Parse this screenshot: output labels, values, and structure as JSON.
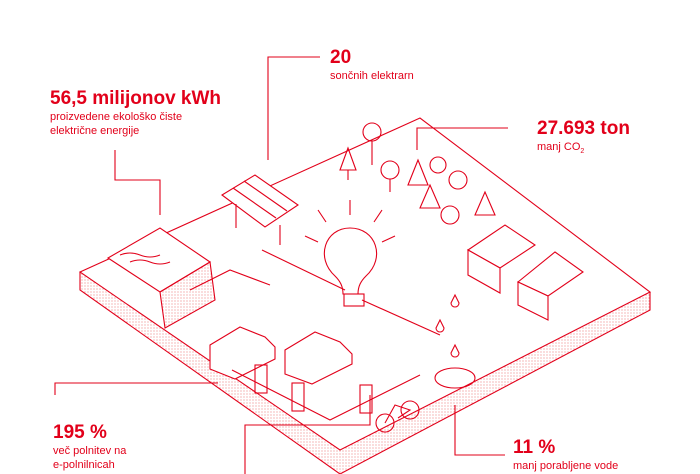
{
  "accent_color": "#e2001a",
  "stats": {
    "energy": {
      "value": "56,5 milijonov kWh",
      "line1": "proizvedene ekološko čiste",
      "line2": "električne energije"
    },
    "solar": {
      "value": "20",
      "line1": "sončnih elektrarn"
    },
    "co2": {
      "value": "27.693 ton",
      "line1": "manj CO",
      "sub": "2"
    },
    "charging": {
      "value": "195 %",
      "line1": "več polnitev na",
      "line2": "e-polnilnicah"
    },
    "water": {
      "value": "11 %",
      "line1": "manj porabljene vode"
    }
  }
}
